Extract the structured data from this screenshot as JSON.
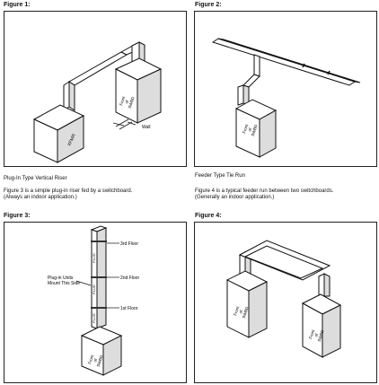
{
  "figure1": {
    "title": "Figure 1:",
    "box_left_label": "XFMR",
    "box_right_label": [
      "Front",
      "of",
      "SWBD"
    ],
    "wall_label": "Wall"
  },
  "figure2": {
    "title": "Figure 2:",
    "box_label": [
      "Front",
      "of",
      "SWBD"
    ]
  },
  "caption1": "Plug-In Type Vertical Riser",
  "caption2": "Feeder Type Tie Run",
  "text3": "Figure 3 is a simple plug-in riser fed by a switchboard.\n(Always an indoor application.)",
  "text4": "Figure 4 is a typical feeder run between two switchboards.\n(Generally an indoor application.)",
  "figure3": {
    "title": "Figure 3:",
    "floor3": "3rd Floor",
    "floor2": "2nd Floor",
    "floor1": "1st Floor",
    "plugin_note": [
      "Plug-in Units",
      "Mount This Side"
    ],
    "riser_labels": [
      "PLUG",
      "PLUG",
      "PLUG"
    ],
    "box_label": [
      "Front",
      "of",
      "SWBD"
    ]
  },
  "figure4": {
    "title": "Figure 4:",
    "box_left_label": [
      "Front",
      "of",
      "SWBD"
    ],
    "box_right_label": [
      "Front",
      "of",
      "SWBD"
    ]
  }
}
